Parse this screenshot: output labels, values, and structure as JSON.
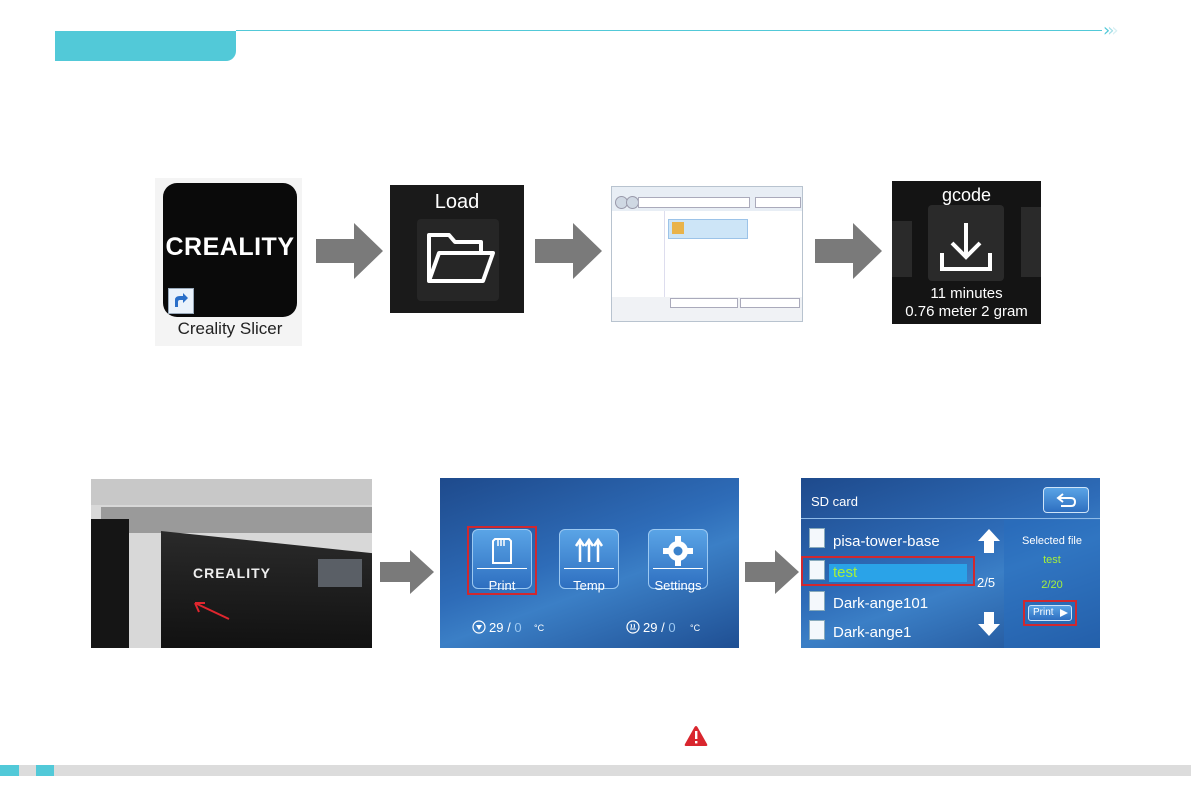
{
  "header": {
    "chevrons": "›››"
  },
  "step1": {
    "app_brand": "CREALITY",
    "app_caption": "Creality Slicer",
    "load_title": "Load",
    "gcode_title": "gcode",
    "gcode_time": "11 minutes",
    "gcode_stats": "0.76 meter 2 gram"
  },
  "step2": {
    "machine_brand": "CREALITY",
    "menu": {
      "print": "Print",
      "temp": "Temp",
      "settings": "Settings",
      "nozzle_temp": "29",
      "nozzle_sep": "/",
      "nozzle_target": "0",
      "unit": "°C",
      "bed_temp": "29",
      "bed_sep": "/",
      "bed_target": "0"
    },
    "sd": {
      "title": "SD card",
      "files": [
        "pisa-tower-base",
        "test",
        "Dark-ange101",
        "Dark-ange1"
      ],
      "page": "2/5",
      "selected_label": "Selected file",
      "selected_name": "test",
      "selected_index": "2/20",
      "print_label": "Print"
    }
  },
  "colors": {
    "accent": "#52c9d8",
    "highlight": "#d0282f",
    "warning": "#d9262e"
  }
}
